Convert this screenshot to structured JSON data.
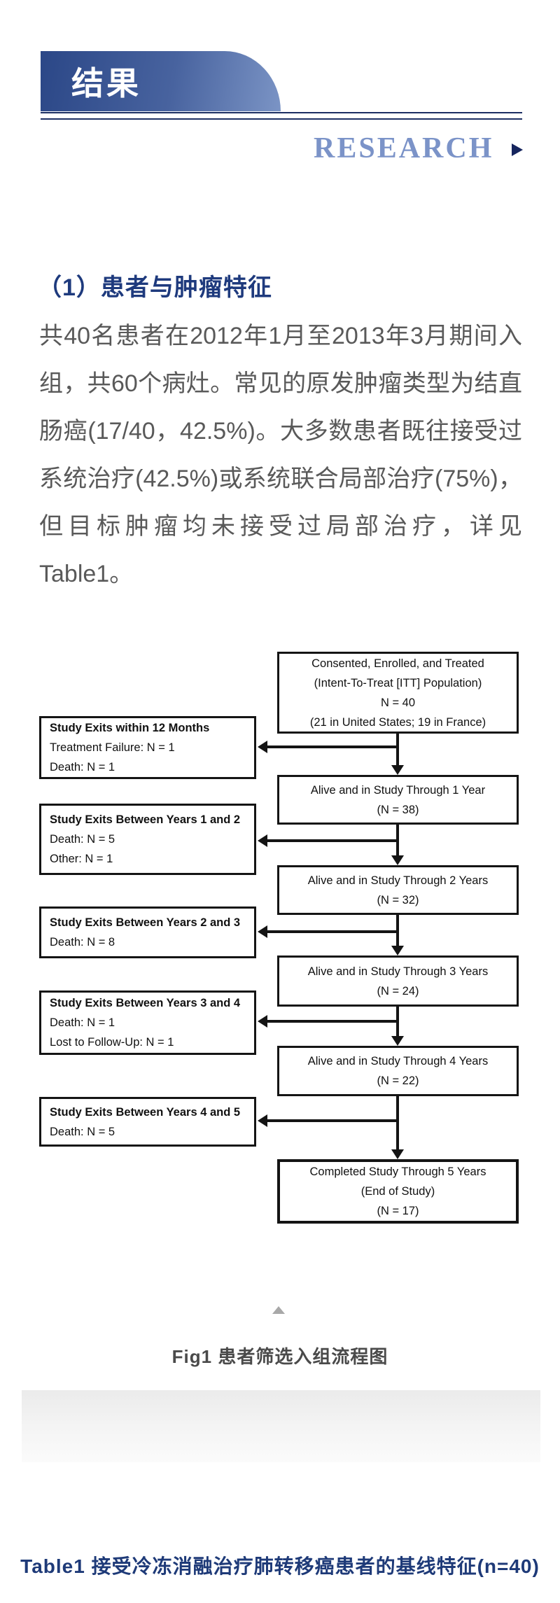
{
  "banner": {
    "title": "结果"
  },
  "research": {
    "text": "RESEARCH",
    "arrow_icon": "right-triangle"
  },
  "section": {
    "heading": "（1）患者与肿瘤特征",
    "paragraph": "共40名患者在2012年1月至2013年3月期间入组，共60个病灶。常见的原发肿瘤类型为结直肠癌(17/40，42.5%)。大多数患者既往接受过系统治疗(42.5%)或系统联合局部治疗(75%)，但目标肿瘤均未接受过局部治疗，详见Table1。"
  },
  "flowchart": {
    "main_boxes": [
      {
        "lines": [
          "Consented, Enrolled, and Treated",
          "(Intent-To-Treat [ITT] Population)",
          "N = 40",
          "(21 in United States; 19 in France)"
        ]
      },
      {
        "lines": [
          "Alive and in Study Through 1 Year",
          "(N = 38)"
        ]
      },
      {
        "lines": [
          "Alive and in Study Through 2 Years",
          "(N = 32)"
        ]
      },
      {
        "lines": [
          "Alive and in Study Through 3 Years",
          "(N = 24)"
        ]
      },
      {
        "lines": [
          "Alive and in Study Through 4 Years",
          "(N = 22)"
        ]
      },
      {
        "lines": [
          "Completed Study Through 5 Years",
          "(End of Study)",
          "(N = 17)"
        ]
      }
    ],
    "exit_boxes": [
      {
        "title": "Study Exits within 12 Months",
        "lines": [
          "Treatment Failure: N = 1",
          "Death: N = 1"
        ]
      },
      {
        "title": "Study Exits Between Years 1 and 2",
        "lines": [
          "Death: N = 5",
          "Other: N = 1"
        ]
      },
      {
        "title": "Study Exits Between Years 2 and 3",
        "lines": [
          "Death: N = 8"
        ]
      },
      {
        "title": "Study Exits Between Years 3 and 4",
        "lines": [
          "Death: N = 1",
          "Lost to Follow-Up: N = 1"
        ]
      },
      {
        "title": "Study Exits Between Years 4 and 5",
        "lines": [
          "Death: N = 5"
        ]
      }
    ],
    "caption": "Fig1 患者筛选入组流程图"
  },
  "table_section": {
    "title": "Table1 接受冷冻消融治疗肺转移癌患者的基线特征(n=40)"
  },
  "colors": {
    "banner_gradient_start": "#2b4787",
    "banner_gradient_end": "#7b94c5",
    "rule_navy": "#1c2f63",
    "research_blue": "#7b93c8",
    "research_arrow_navy": "#16255e",
    "heading_navy": "#1e3a7d",
    "body_gray": "#595959",
    "flowchart_black": "#141414",
    "caption_gray": "#4a4a4a",
    "scroll_triangle_gray": "#a8a8a8",
    "band_gray_top": "#ebebeb",
    "band_gray_bottom": "#fbfbfb",
    "table_title_navy": "#1e3a78"
  }
}
